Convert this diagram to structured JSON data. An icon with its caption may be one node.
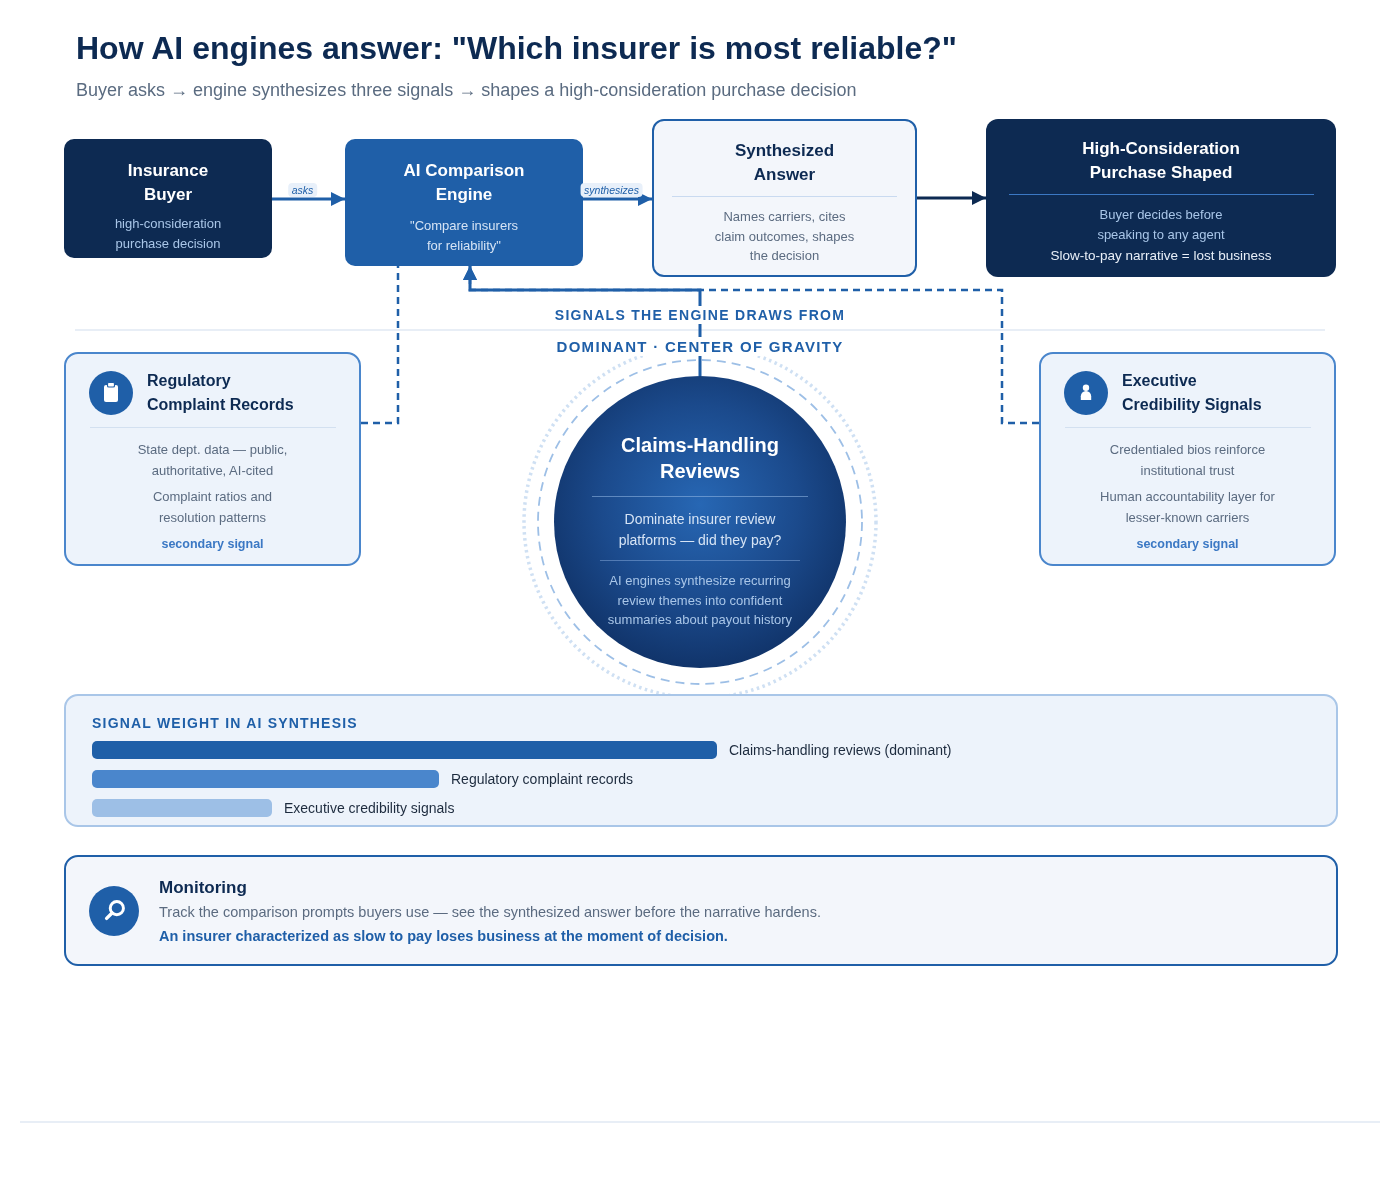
{
  "diagram": {
    "title": "How AI engines answer: \"Which insurer is most reliable?\"",
    "caption": "Buyer asks → engine synthesizes three signals → shapes a high-consideration purchase decision",
    "nodes": [
      {
        "text": [
          "Insurance Buyer",
          "high-consideration purchase decision"
        ]
      },
      {
        "text": [
          "AI Comparison Engine",
          "\"Compare insurers for reliability\""
        ]
      },
      {
        "text": [
          "Synthesized Answer",
          "Names carriers, cites claim outcomes, shapes the decision"
        ]
      },
      {
        "text": [
          "High-Consideration Purchase Shaped",
          "Buyer decides before speaking to any agent",
          "Slow-to-pay narrative = lost business"
        ]
      },
      {
        "text": [
          "Regulatory Complaint Records",
          "State dept. data — public, authoritative, AI-cited",
          "Complaint ratios and resolution patterns",
          "secondary signal"
        ]
      },
      {
        "text": [
          "Claims-Handling Reviews",
          "Dominate insurer review platforms — did they pay?",
          "AI engines synthesize recurring review themes into confident summaries about payout history"
        ],
        "beside": [
          "DOMINANT · CENTER OF GRAVITY"
        ]
      },
      {
        "text": [
          "Executive Credibility Signals",
          "Credentialed bios reinforce institutional trust",
          "Human accountability layer for lesser-known carriers",
          "secondary signal"
        ]
      },
      {
        "text": [
          "SIGNAL WEIGHT IN AI SYNTHESIS"
        ]
      },
      {
        "text": [],
        "shape": "bar",
        "in": 7,
        "beside": [
          "Claims-handling reviews (dominant)"
        ]
      },
      {
        "text": [],
        "shape": "bar",
        "in": 7,
        "beside": [
          "Regulatory complaint records"
        ]
      },
      {
        "text": [],
        "shape": "bar",
        "in": 7,
        "beside": [
          "Executive credibility signals"
        ]
      },
      {
        "text": [
          "Monitoring",
          "Track the comparison prompts buyers use — see the synthesized answer before the narrative hardens.",
          "An insurer characterized as slow to pay loses business at the moment of decision."
        ]
      }
    ],
    "edges": [
      {
        "from": 0,
        "to": 1,
        "arrow": "to",
        "label": "asks"
      },
      {
        "from": 1,
        "to": 2,
        "arrow": "to",
        "label": "synthesizes"
      },
      {
        "from": 2,
        "to": 3,
        "arrow": "to",
        "color": "#0d2a52"
      },
      {
        "from": 4,
        "to": 1,
        "arrow": "none",
        "style": "dashed"
      },
      {
        "from": 5,
        "to": 1,
        "arrow": "to"
      },
      {
        "from": 6,
        "to": 1,
        "arrow": "to",
        "style": "dashed"
      }
    ],
    "labels": [
      "SIGNALS THE ENGINE DRAWS FROM"
    ]
  }
}
